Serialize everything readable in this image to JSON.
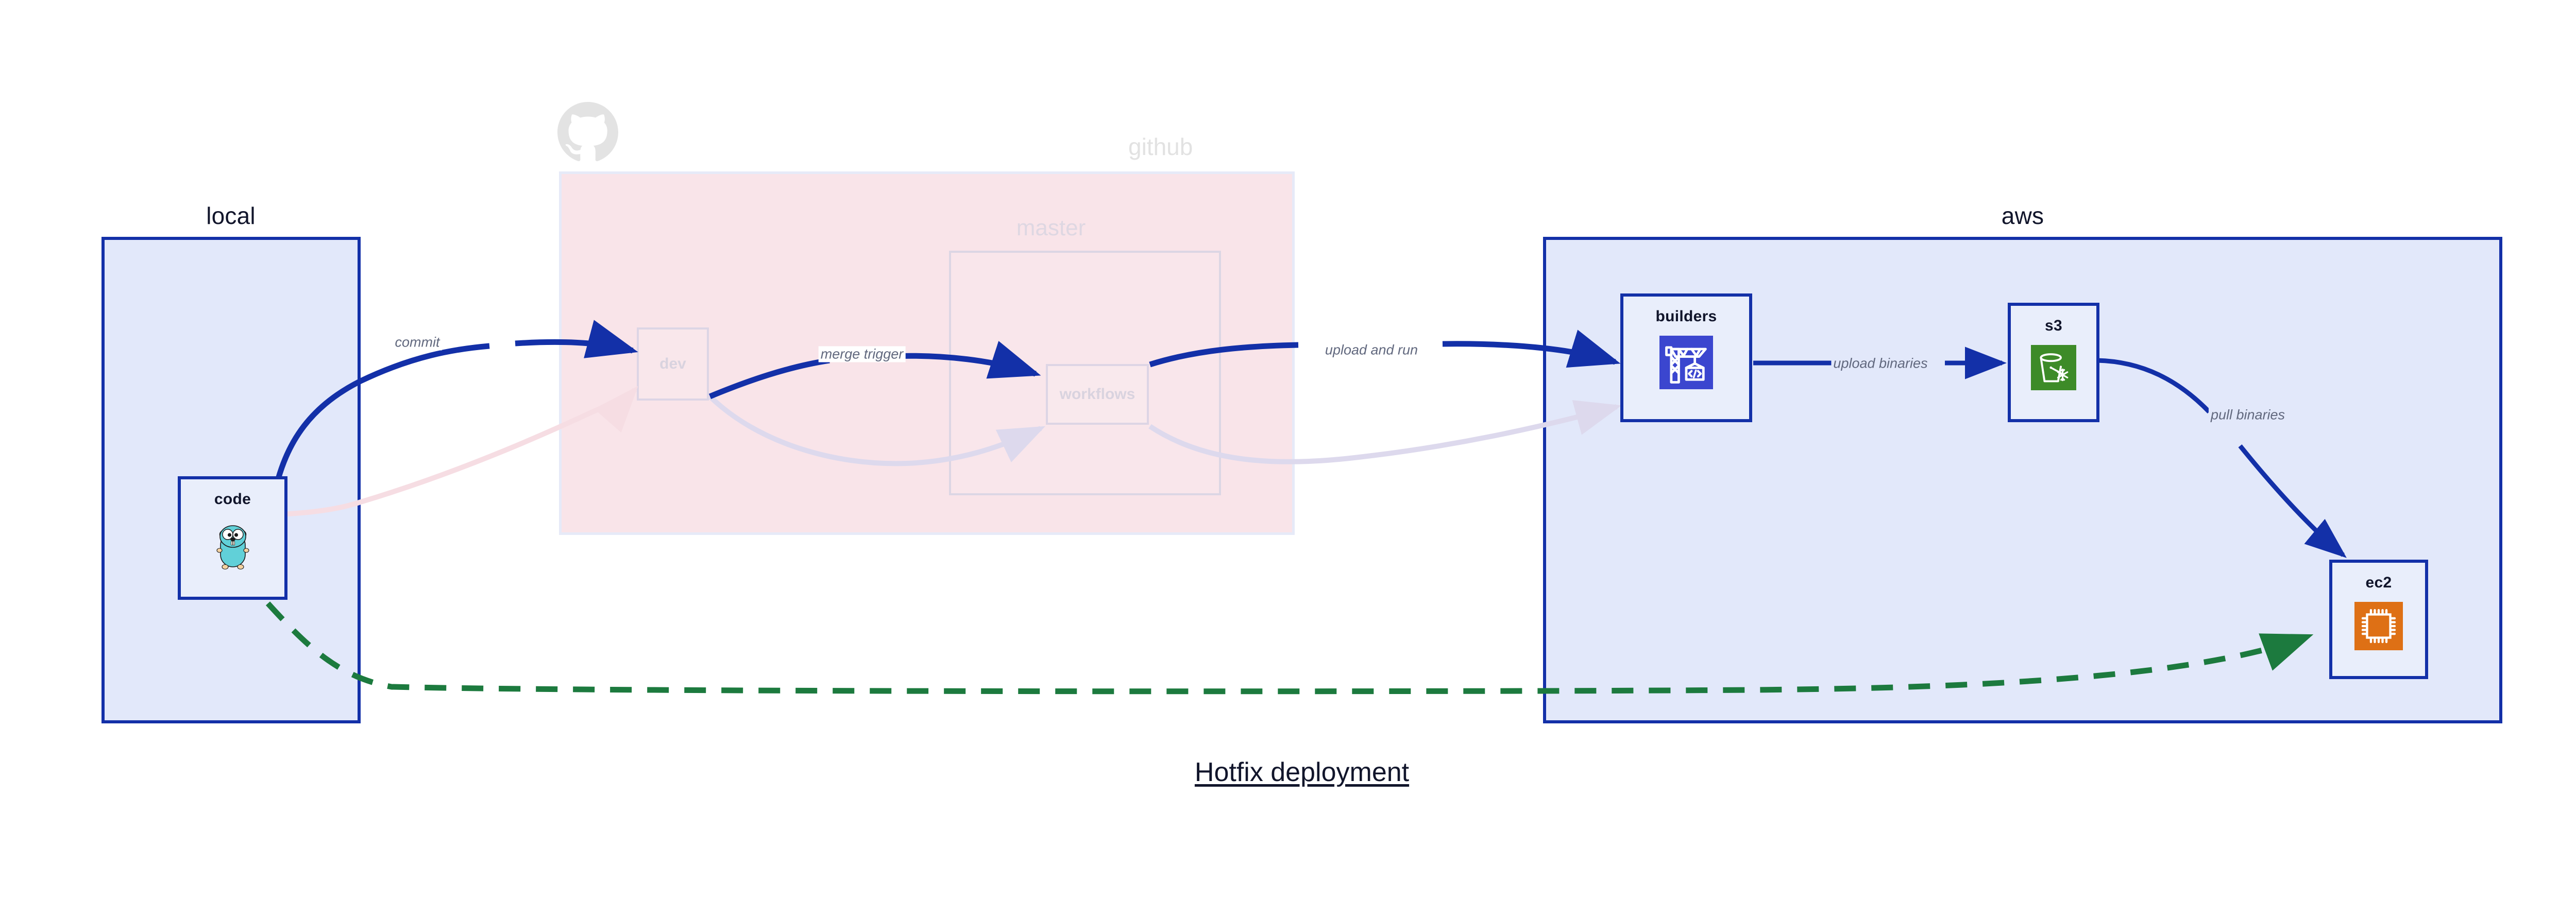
{
  "diagram": {
    "title": "Hotfix deployment",
    "colors": {
      "group_border": "#1330a8",
      "group_fill": "#e2e8fa",
      "node_fill": "#e9eefb",
      "arrow_blue": "#1330a8",
      "arrow_green": "#1c7a3e",
      "github_fill": "#f9e4e9",
      "ghost_text": "#ded7e2",
      "label_text": "#61687e"
    },
    "groups": [
      {
        "id": "local",
        "label": "local",
        "state": "active",
        "nodes": [
          {
            "id": "code",
            "label": "code",
            "icon": "go-gopher-icon"
          }
        ]
      },
      {
        "id": "github",
        "label": "github",
        "state": "faded",
        "logo": "github-octocat-icon",
        "subgroups": [
          {
            "id": "master",
            "label": "master"
          }
        ],
        "nodes": [
          {
            "id": "dev",
            "label": "dev"
          },
          {
            "id": "workflows",
            "label": "workflows"
          }
        ]
      },
      {
        "id": "aws",
        "label": "aws",
        "state": "active",
        "nodes": [
          {
            "id": "builders",
            "label": "builders",
            "icon": "aws-codebuild-crane-icon"
          },
          {
            "id": "s3",
            "label": "s3",
            "icon": "aws-s3-glacier-bucket-icon"
          },
          {
            "id": "ec2",
            "label": "ec2",
            "icon": "aws-ec2-chip-icon"
          }
        ]
      }
    ],
    "edges": [
      {
        "id": "commit",
        "label": "commit",
        "from": "code",
        "to": "dev",
        "style": "solid",
        "color": "#1330a8"
      },
      {
        "id": "merge-trigger",
        "label": "merge trigger",
        "from": "dev",
        "to": "workflows",
        "style": "solid",
        "color": "#1330a8"
      },
      {
        "id": "upload-and-run",
        "label": "upload and run",
        "from": "workflows",
        "to": "builders",
        "style": "solid",
        "color": "#1330a8"
      },
      {
        "id": "upload-binaries",
        "label": "upload binaries",
        "from": "builders",
        "to": "s3",
        "style": "solid",
        "color": "#1330a8"
      },
      {
        "id": "pull-binaries",
        "label": "pull binaries",
        "from": "s3",
        "to": "ec2",
        "style": "solid",
        "color": "#1330a8"
      },
      {
        "id": "hotfix-direct",
        "label": "",
        "from": "code",
        "to": "ec2",
        "style": "dashed",
        "color": "#1c7a3e"
      }
    ]
  }
}
